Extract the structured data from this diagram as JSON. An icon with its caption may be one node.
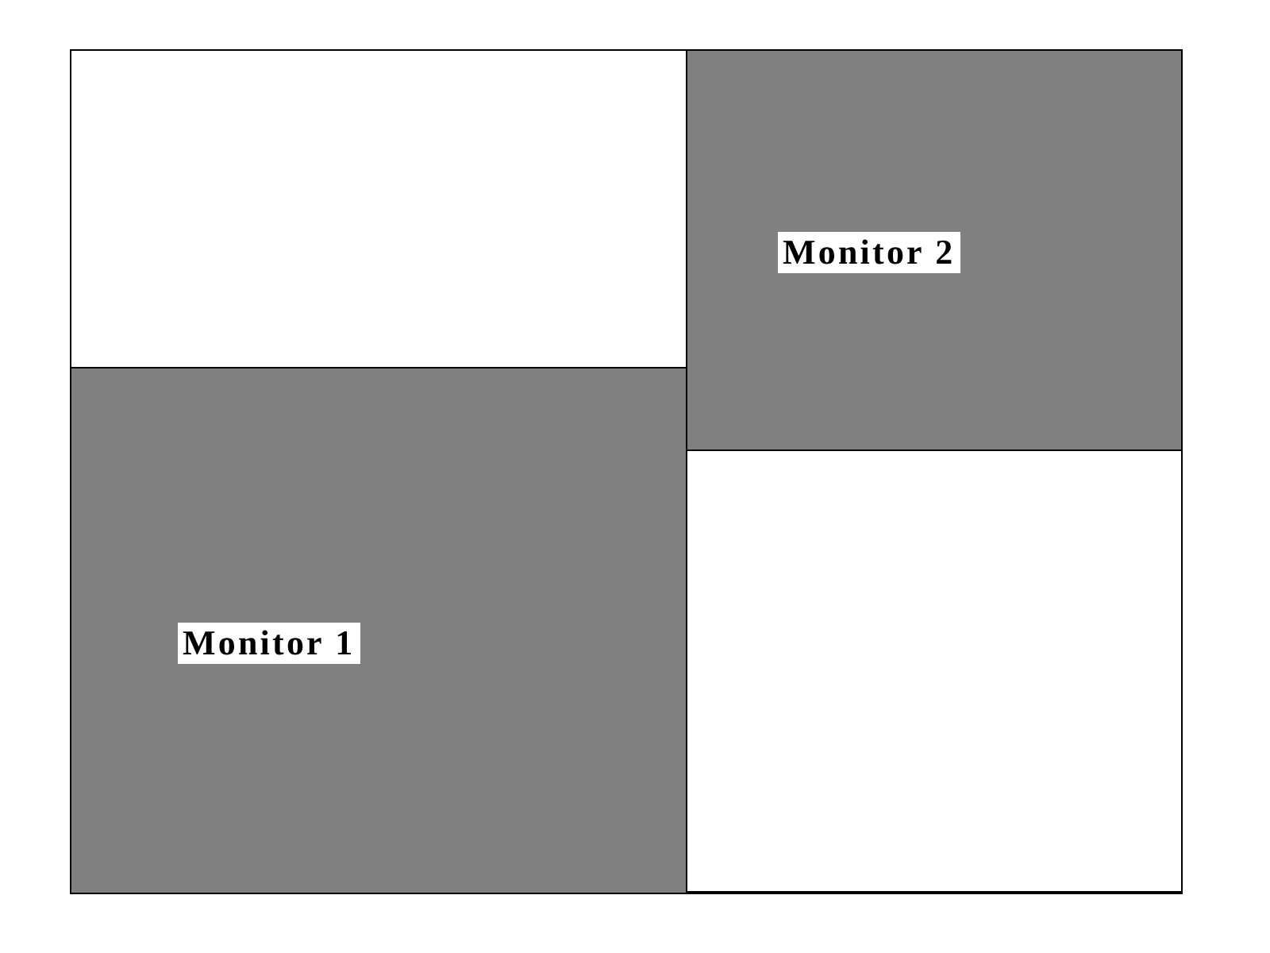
{
  "diagram": {
    "nodes": [
      {
        "text": [],
        "shape": "box"
      },
      {
        "text": [
          "Monitor 2"
        ],
        "in": 0
      },
      {
        "text": [
          "Monitor 1"
        ],
        "in": 0
      }
    ]
  }
}
